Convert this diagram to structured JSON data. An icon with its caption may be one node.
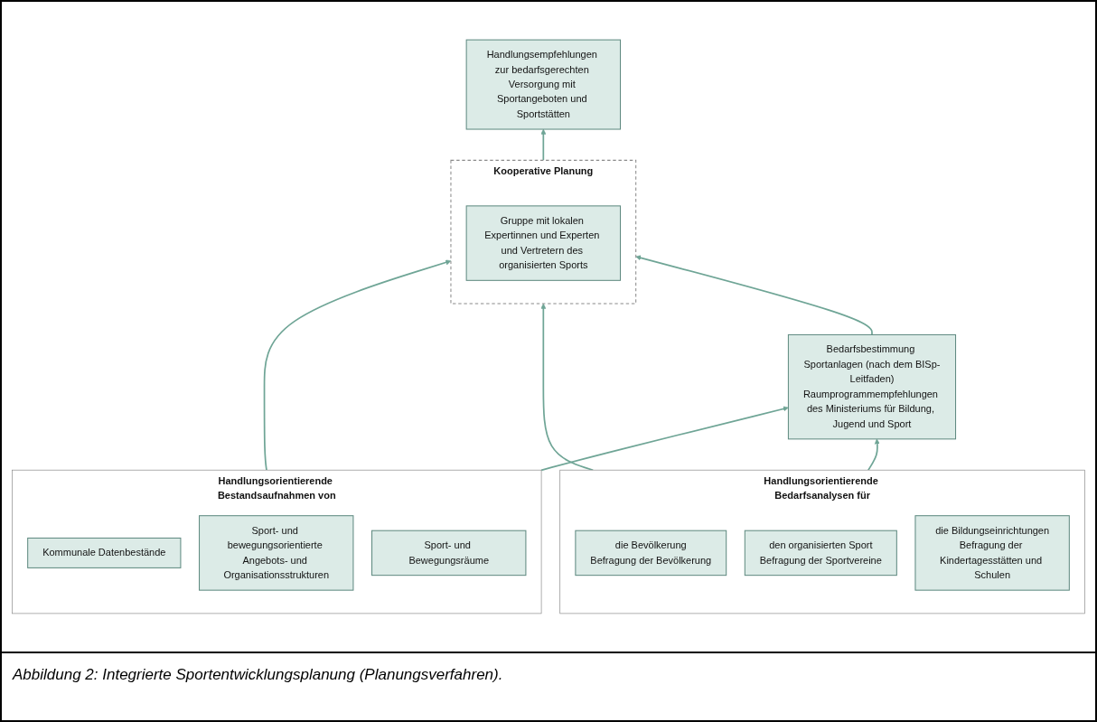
{
  "diagram": {
    "caption": "Abbildung 2: Integrierte Sportentwicklungsplanung (Planungsverfahren).",
    "nodes": [
      {
        "text": [
          "Handlungsempfehlungen zur bedarfsgerechten Versorgung mit Sportangeboten und Sportstätten"
        ]
      },
      {
        "text": [
          "Handlungsorientierende Bestandsaufnahmen von"
        ]
      },
      {
        "text": [
          "Kommunale Datenbestände"
        ],
        "in": 1
      },
      {
        "text": [
          "Sport- und bewegungsorientierte Angebots- und Organisationsstrukturen"
        ],
        "in": 1
      },
      {
        "text": [
          "Sport- und Bewegungsräume"
        ],
        "in": 1
      },
      {
        "text": [
          "Kooperative Planung"
        ]
      },
      {
        "text": [
          "Gruppe mit lokalen Expertinnen und Experten und Vertretern des organisierten Sports"
        ],
        "in": 5
      },
      {
        "text": [
          "Handlungsorientierende Bedarfsanalysen für"
        ]
      },
      {
        "text": [
          "die Bevölkerung",
          "Befragung der Bevölkerung"
        ],
        "in": 7
      },
      {
        "text": [
          "den organisierten Sport",
          "Befragung der Sportvereine"
        ],
        "in": 7
      },
      {
        "text": [
          "die Bildungseinrichtungen",
          "Befragung der Kindertagesstätten und Schulen"
        ],
        "in": 7
      },
      {
        "text": [
          "Bedarfsbestimmung Sportanlagen (nach dem BISp-Leitfaden)",
          "Raumprogrammempfehlungen des Ministeriums für Bildung, Jugend und Sport"
        ]
      }
    ],
    "edges": [
      {
        "from": 1,
        "to": 5,
        "arrow": "to"
      },
      {
        "from": 7,
        "to": 5,
        "arrow": "to"
      },
      {
        "from": 11,
        "to": 5,
        "arrow": "to"
      },
      {
        "from": 5,
        "to": 0,
        "arrow": "to"
      },
      {
        "from": 1,
        "to": 11,
        "arrow": "to"
      },
      {
        "from": 7,
        "to": 11,
        "arrow": "to"
      }
    ]
  }
}
